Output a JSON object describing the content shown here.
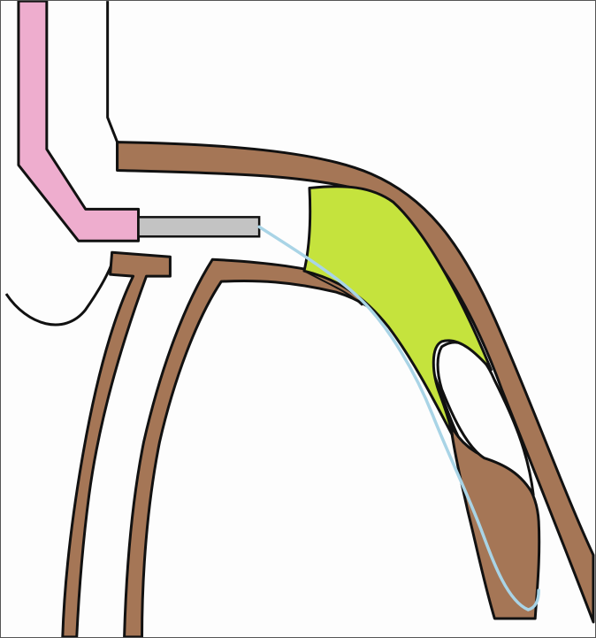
{
  "diagram": {
    "labels": [],
    "colors": {
      "tissue_brown": "#a57656",
      "secretion_green": "#c5e33d",
      "tube_pink": "#eeadce",
      "instrument_gray": "#c3c3c3",
      "wire_blue": "#a9d4e6",
      "outline_black": "#111111",
      "background_white": "#fdfdfd"
    },
    "components": [
      "pink-tube",
      "gray-probe",
      "upper-brown-wall",
      "left-brown-wall",
      "inner-brown-wall",
      "green-secretion-mass",
      "blue-guide-wire",
      "lower-brown-pocket"
    ]
  }
}
